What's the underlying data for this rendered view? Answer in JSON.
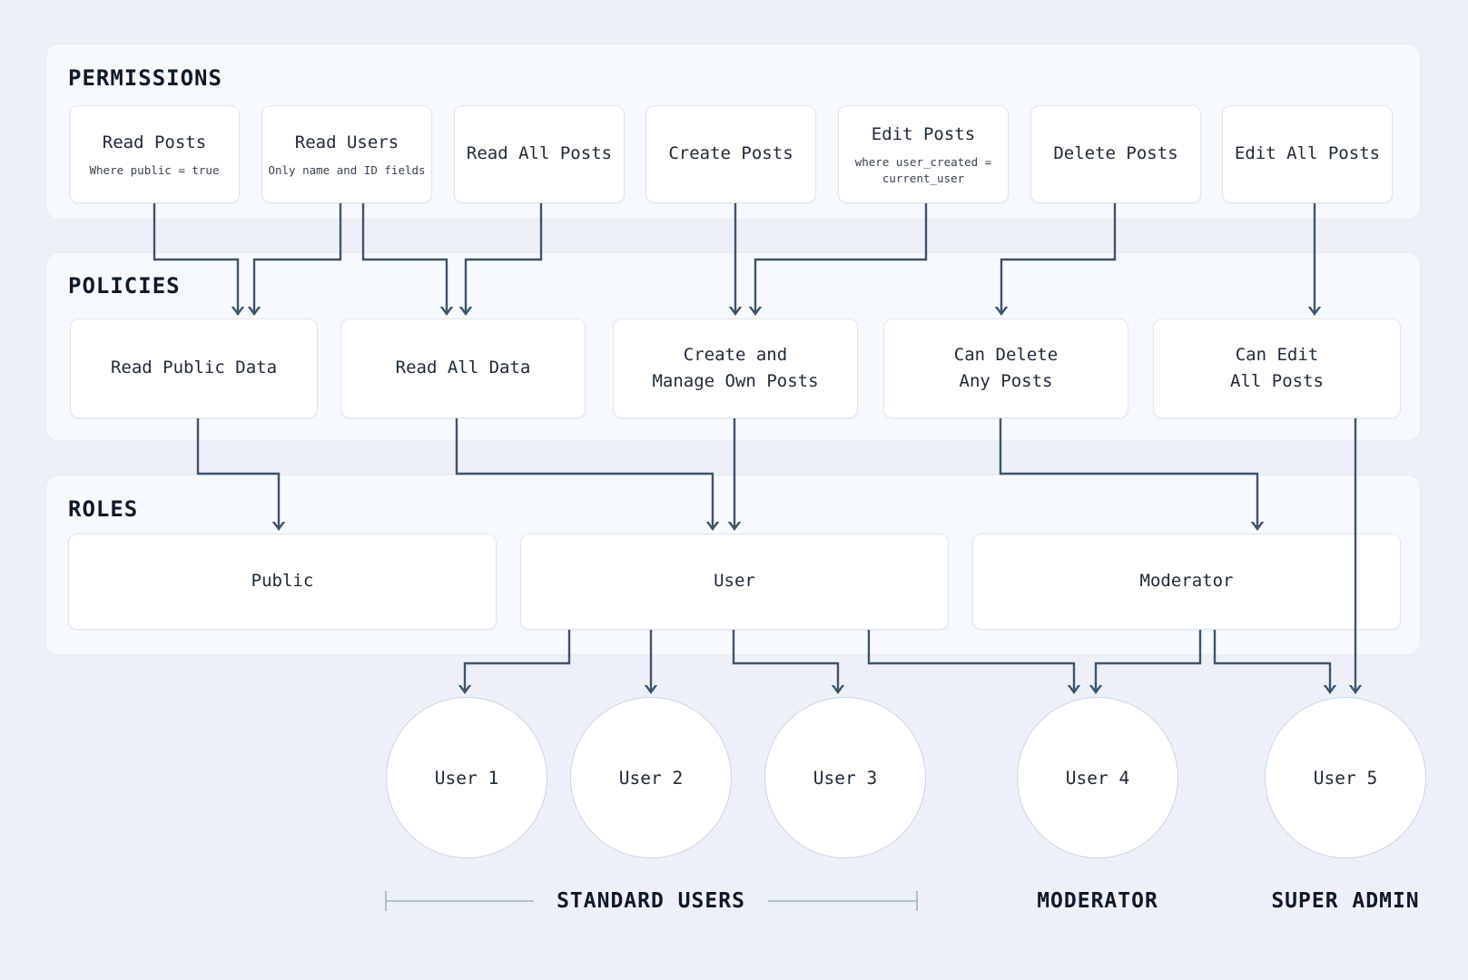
{
  "colors": {
    "arrow": "#3d546d",
    "bracket": "#9db1c7",
    "node_border": "#dfe5ee",
    "section_bg": "#f7fafc",
    "page_bg": "#edf1f7"
  },
  "sections": {
    "permissions": {
      "title": "PERMISSIONS",
      "boxes": [
        {
          "label": "Read Posts",
          "sublabel": "Where public = true"
        },
        {
          "label": "Read Users",
          "sublabel": "Only name and ID fields"
        },
        {
          "label": "Read All Posts"
        },
        {
          "label": "Create Posts"
        },
        {
          "label": "Edit Posts",
          "sublabel": "where user_created =\ncurrent_user"
        },
        {
          "label": "Delete Posts"
        },
        {
          "label": "Edit All Posts"
        }
      ]
    },
    "policies": {
      "title": "POLICIES",
      "boxes": [
        {
          "label": "Read Public Data"
        },
        {
          "label": "Read All Data"
        },
        {
          "label": "Create and\nManage Own Posts"
        },
        {
          "label": "Can Delete\nAny Posts"
        },
        {
          "label": "Can Edit\nAll Posts"
        }
      ]
    },
    "roles": {
      "title": "ROLES",
      "boxes": [
        {
          "label": "Public"
        },
        {
          "label": "User"
        },
        {
          "label": "Moderator"
        }
      ]
    }
  },
  "users": [
    {
      "label": "User 1"
    },
    {
      "label": "User 2"
    },
    {
      "label": "User 3"
    },
    {
      "label": "User 4"
    },
    {
      "label": "User 5"
    }
  ],
  "footer": {
    "standard_users": "STANDARD USERS",
    "moderator": "MODERATOR",
    "super_admin": "SUPER ADMIN"
  }
}
